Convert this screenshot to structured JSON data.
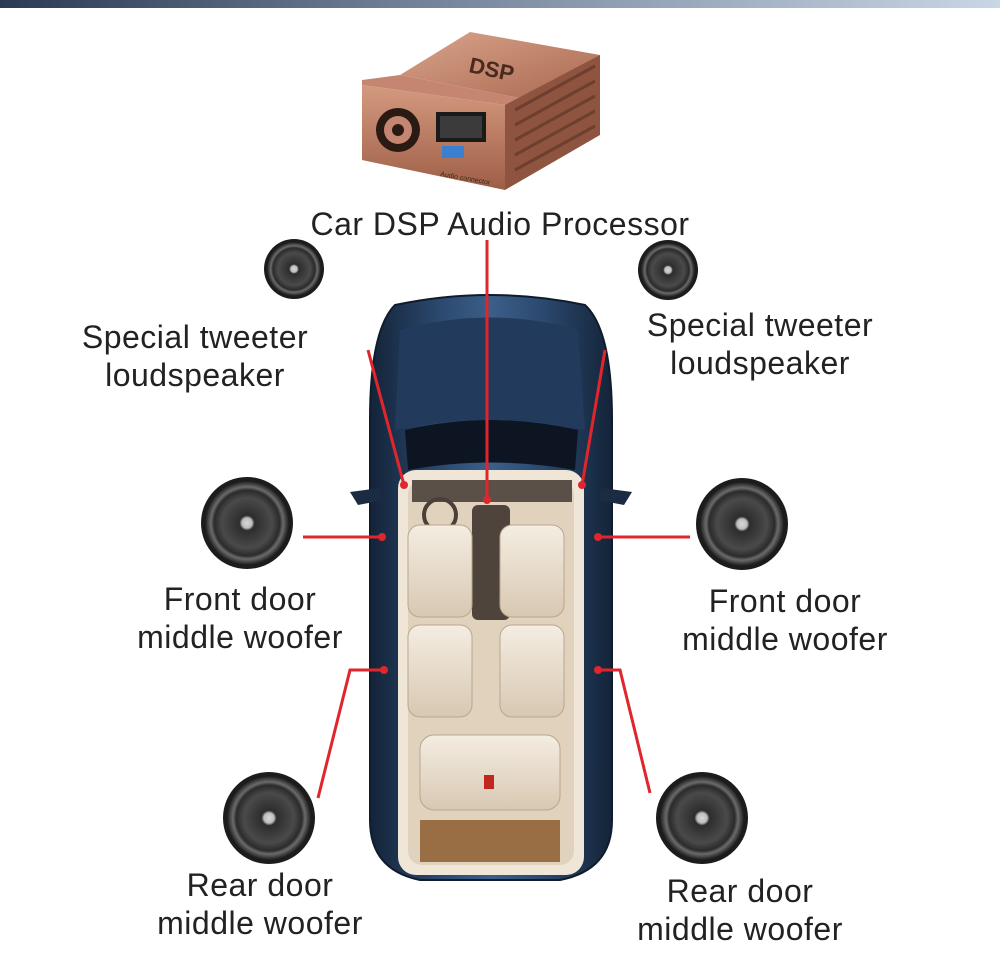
{
  "labels": {
    "processor": "Car DSP Audio Processor",
    "tweeter_left": [
      "Special tweeter",
      "loudspeaker"
    ],
    "tweeter_right": [
      "Special tweeter",
      "loudspeaker"
    ],
    "front_left": [
      "Front door",
      "middle woofer"
    ],
    "front_right": [
      "Front door",
      "middle woofer"
    ],
    "rear_left": [
      "Rear door",
      "middle woofer"
    ],
    "rear_right": [
      "Rear door",
      "middle woofer"
    ]
  },
  "device": {
    "brand": "DSP",
    "port_label": "Audio connector"
  },
  "colors": {
    "leader_line": "#e0262d",
    "car_body": "#1f3552",
    "car_highlight": "#3f6189",
    "interior": "#e8dccb",
    "device_body": "#c8876b",
    "speaker_cone": "#3a3a3a"
  }
}
